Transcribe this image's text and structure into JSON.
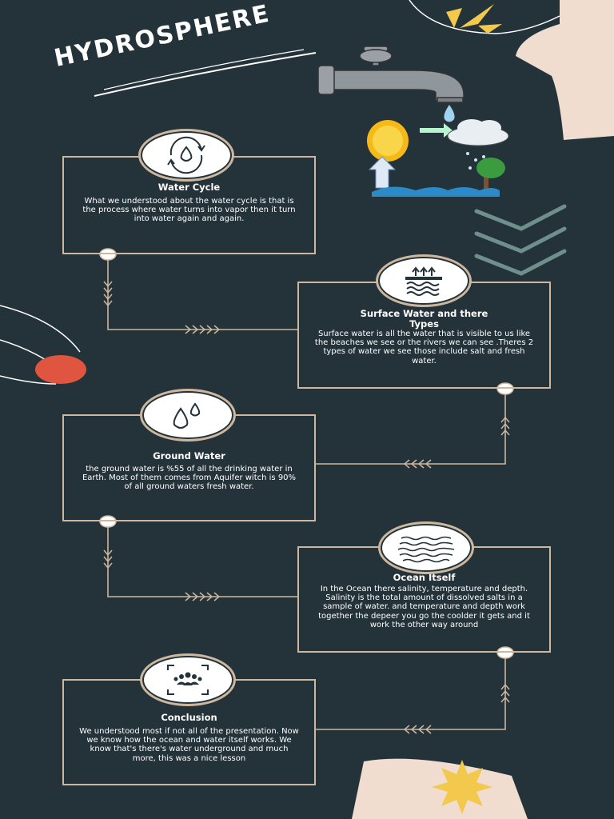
{
  "title": "HYDROSPHERE",
  "colors": {
    "background": "#24323a",
    "accent": "#cdb79e",
    "coral": "#e0553f",
    "yellow": "#f2c94c",
    "cream": "#f0ddd0",
    "chevron": "#6e8f8c"
  },
  "steps": [
    {
      "title": "Water Cycle",
      "text": "What we understood about the water cycle is that is the process where water turns into vapor then it turn into water again and again.",
      "icon": "water-cycle-icon"
    },
    {
      "title": "Surface Water and there Types",
      "text": "Surface water is all the water that is visible to us like the beaches we see or the rivers we can see .Theres 2 types of water we see those include salt and fresh water.",
      "icon": "surface-water-icon"
    },
    {
      "title": "Ground Water",
      "text": "the ground water is %55 of all the drinking water in Earth. Most of them comes from Aquifer witch is 90% of all ground waters fresh water.",
      "icon": "water-drops-icon"
    },
    {
      "title": "Ocean Itself",
      "text": "In the Ocean there salinity, temperature and depth. Salinity is the total amount of dissolved salts in a sample of water. and temperature and depth work together the depeer you go the coolder it gets and it work the other way around",
      "icon": "ocean-waves-icon"
    },
    {
      "title": "Conclusion",
      "text": "We understood most if not all of the presentation. Now we know how the ocean and water itself works. We know that's there's water underground and much more, this was a nice lesson",
      "icon": "group-focus-icon"
    }
  ]
}
